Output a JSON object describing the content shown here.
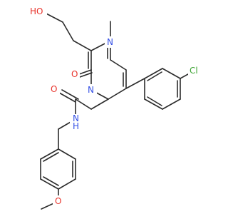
{
  "molecule": {
    "atoms": {
      "o_hydroxyl": {
        "label": "HO",
        "color": "#e8332b"
      },
      "o_carbonyl_ring": {
        "label": "O",
        "color": "#e8332b"
      },
      "o_amide": {
        "label": "O",
        "color": "#e8332b"
      },
      "o_methoxy": {
        "label": "O",
        "color": "#e8332b"
      },
      "n_ring_top": {
        "label": "N",
        "color": "#3550e6"
      },
      "n_ring_bottom": {
        "label": "N",
        "color": "#3550e6"
      },
      "n_amide": {
        "label": "N",
        "color": "#3550e6"
      },
      "h_amide": {
        "label": "H",
        "color": "#3550e6"
      },
      "cl": {
        "label": "Cl",
        "color": "#3fa535"
      }
    },
    "bond_color": "#2b2b2b"
  }
}
